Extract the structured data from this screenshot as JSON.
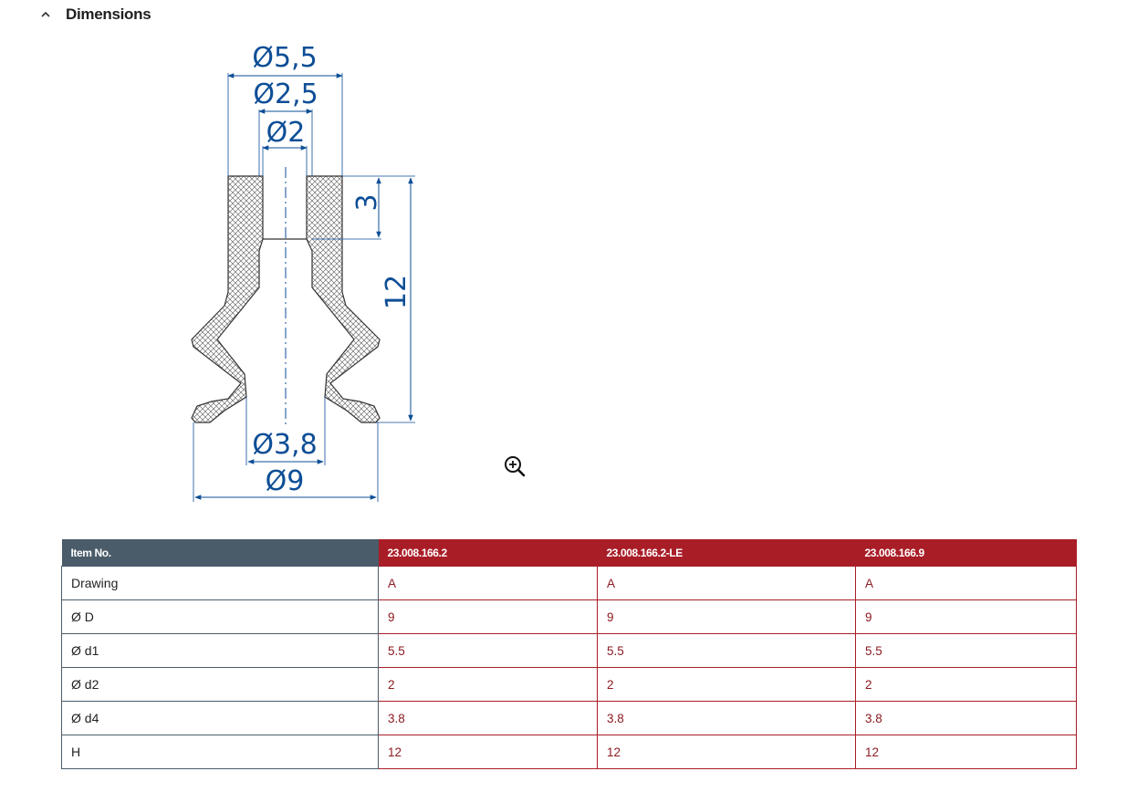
{
  "section": {
    "title": "Dimensions",
    "toggle_icon": "chevron-up-icon"
  },
  "drawing": {
    "labels": {
      "d_outer_top": "Ø5,5",
      "d_mid_top": "Ø2,5",
      "d_inner_top": "Ø2",
      "height_top": "3",
      "height_total": "12",
      "d_bottom_inner": "Ø3,8",
      "d_bottom_outer": "Ø9"
    },
    "colors": {
      "dimension": "#0d4e96",
      "outline": "#333333"
    },
    "zoom_icon": "zoom-in-icon"
  },
  "table": {
    "header_label": "Item No.",
    "columns": [
      "23.008.166.2",
      "23.008.166.2-LE",
      "23.008.166.9"
    ],
    "rows": [
      {
        "label": "Drawing",
        "values": [
          "A",
          "A",
          "A"
        ]
      },
      {
        "label": "Ø D",
        "values": [
          "9",
          "9",
          "9"
        ]
      },
      {
        "label": "Ø d1",
        "values": [
          "5.5",
          "5.5",
          "5.5"
        ]
      },
      {
        "label": "Ø d2",
        "values": [
          "2",
          "2",
          "2"
        ]
      },
      {
        "label": "Ø d4",
        "values": [
          "3.8",
          "3.8",
          "3.8"
        ]
      },
      {
        "label": "H",
        "values": [
          "12",
          "12",
          "12"
        ]
      }
    ],
    "colors": {
      "header_dark": "#4a5c6a",
      "accent": "#a91d27"
    }
  }
}
